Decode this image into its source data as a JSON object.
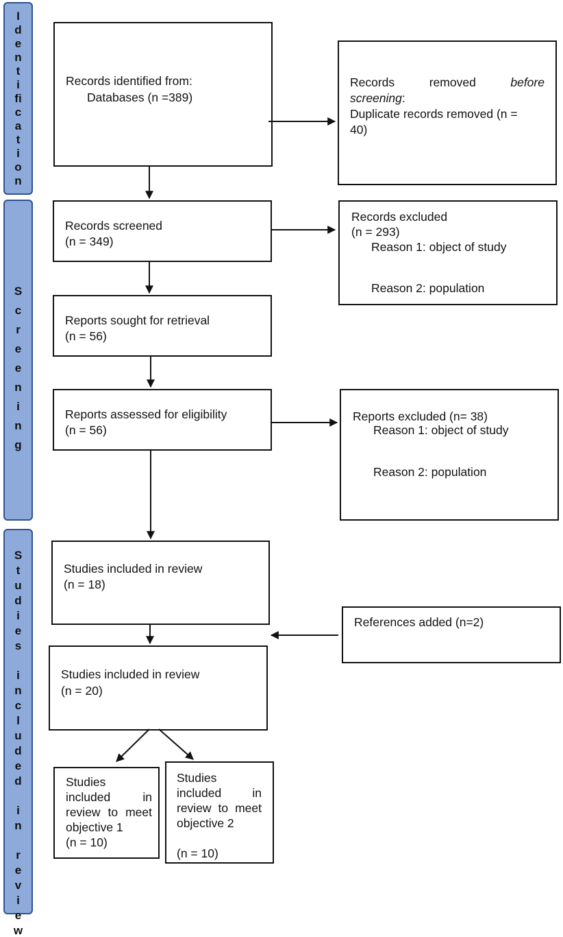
{
  "phases": {
    "identification": "Identification",
    "screening": "Screening",
    "included": "Studies included in review"
  },
  "boxes": {
    "records_identified": {
      "line1": "Records identified from:",
      "line2": "Databases (n =389)"
    },
    "records_removed": {
      "word1": "Records",
      "word2": "removed",
      "word3": "before",
      "word4": "screening",
      "colon": ":",
      "line3": "Duplicate records removed (n =",
      "line4": "40)"
    },
    "records_screened": {
      "line1": "Records screened",
      "line2": "(n = 349)"
    },
    "records_excluded": {
      "line1": "Records excluded",
      "line2": "(n = 293)",
      "reason1": "Reason 1: object of study",
      "reason2": "Reason 2: population"
    },
    "reports_sought": {
      "line1": "Reports sought for retrieval",
      "line2": "(n = 56)"
    },
    "reports_assessed": {
      "line1": "Reports assessed for eligibility",
      "line2": "(n = 56)"
    },
    "reports_excluded": {
      "line1": "Reports excluded (n= 38)",
      "reason1": "Reason 1: object of study",
      "reason2": "Reason 2: population"
    },
    "studies_included_18": {
      "line1": "Studies included in review",
      "line2": "(n = 18)"
    },
    "references_added": {
      "line1": "References added (n=2)"
    },
    "studies_included_20": {
      "line1": "Studies included in review",
      "line2": "(n = 20)"
    },
    "objective1": {
      "text": "Studies included in review to meet objective 1",
      "count": "(n = 10)"
    },
    "objective2": {
      "text": "Studies included in review to meet objective 2",
      "count": "(n = 10)"
    }
  }
}
